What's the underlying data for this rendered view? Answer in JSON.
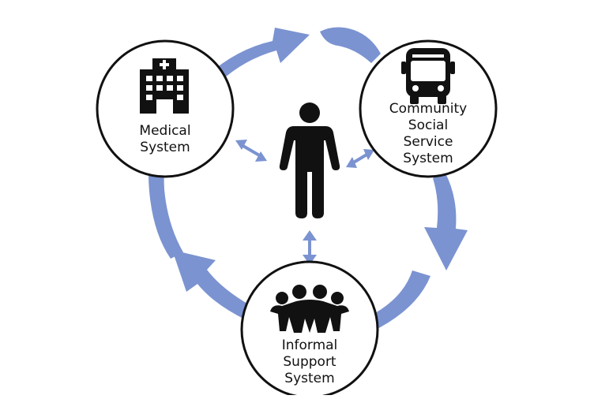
{
  "colors": {
    "flow": "#7b93d1",
    "icon": "#111111",
    "circle_stroke": "#111111",
    "background": "#ffffff"
  },
  "nodes": {
    "medical": {
      "lines": [
        "Medical",
        "System"
      ],
      "icon": "hospital-icon"
    },
    "community": {
      "lines": [
        "Community",
        "Social",
        "Service",
        "System"
      ],
      "icon": "bus-icon"
    },
    "informal": {
      "lines": [
        "Informal",
        "Support",
        "System"
      ],
      "icon": "people-group-icon"
    }
  },
  "center": {
    "icon": "person-icon"
  }
}
